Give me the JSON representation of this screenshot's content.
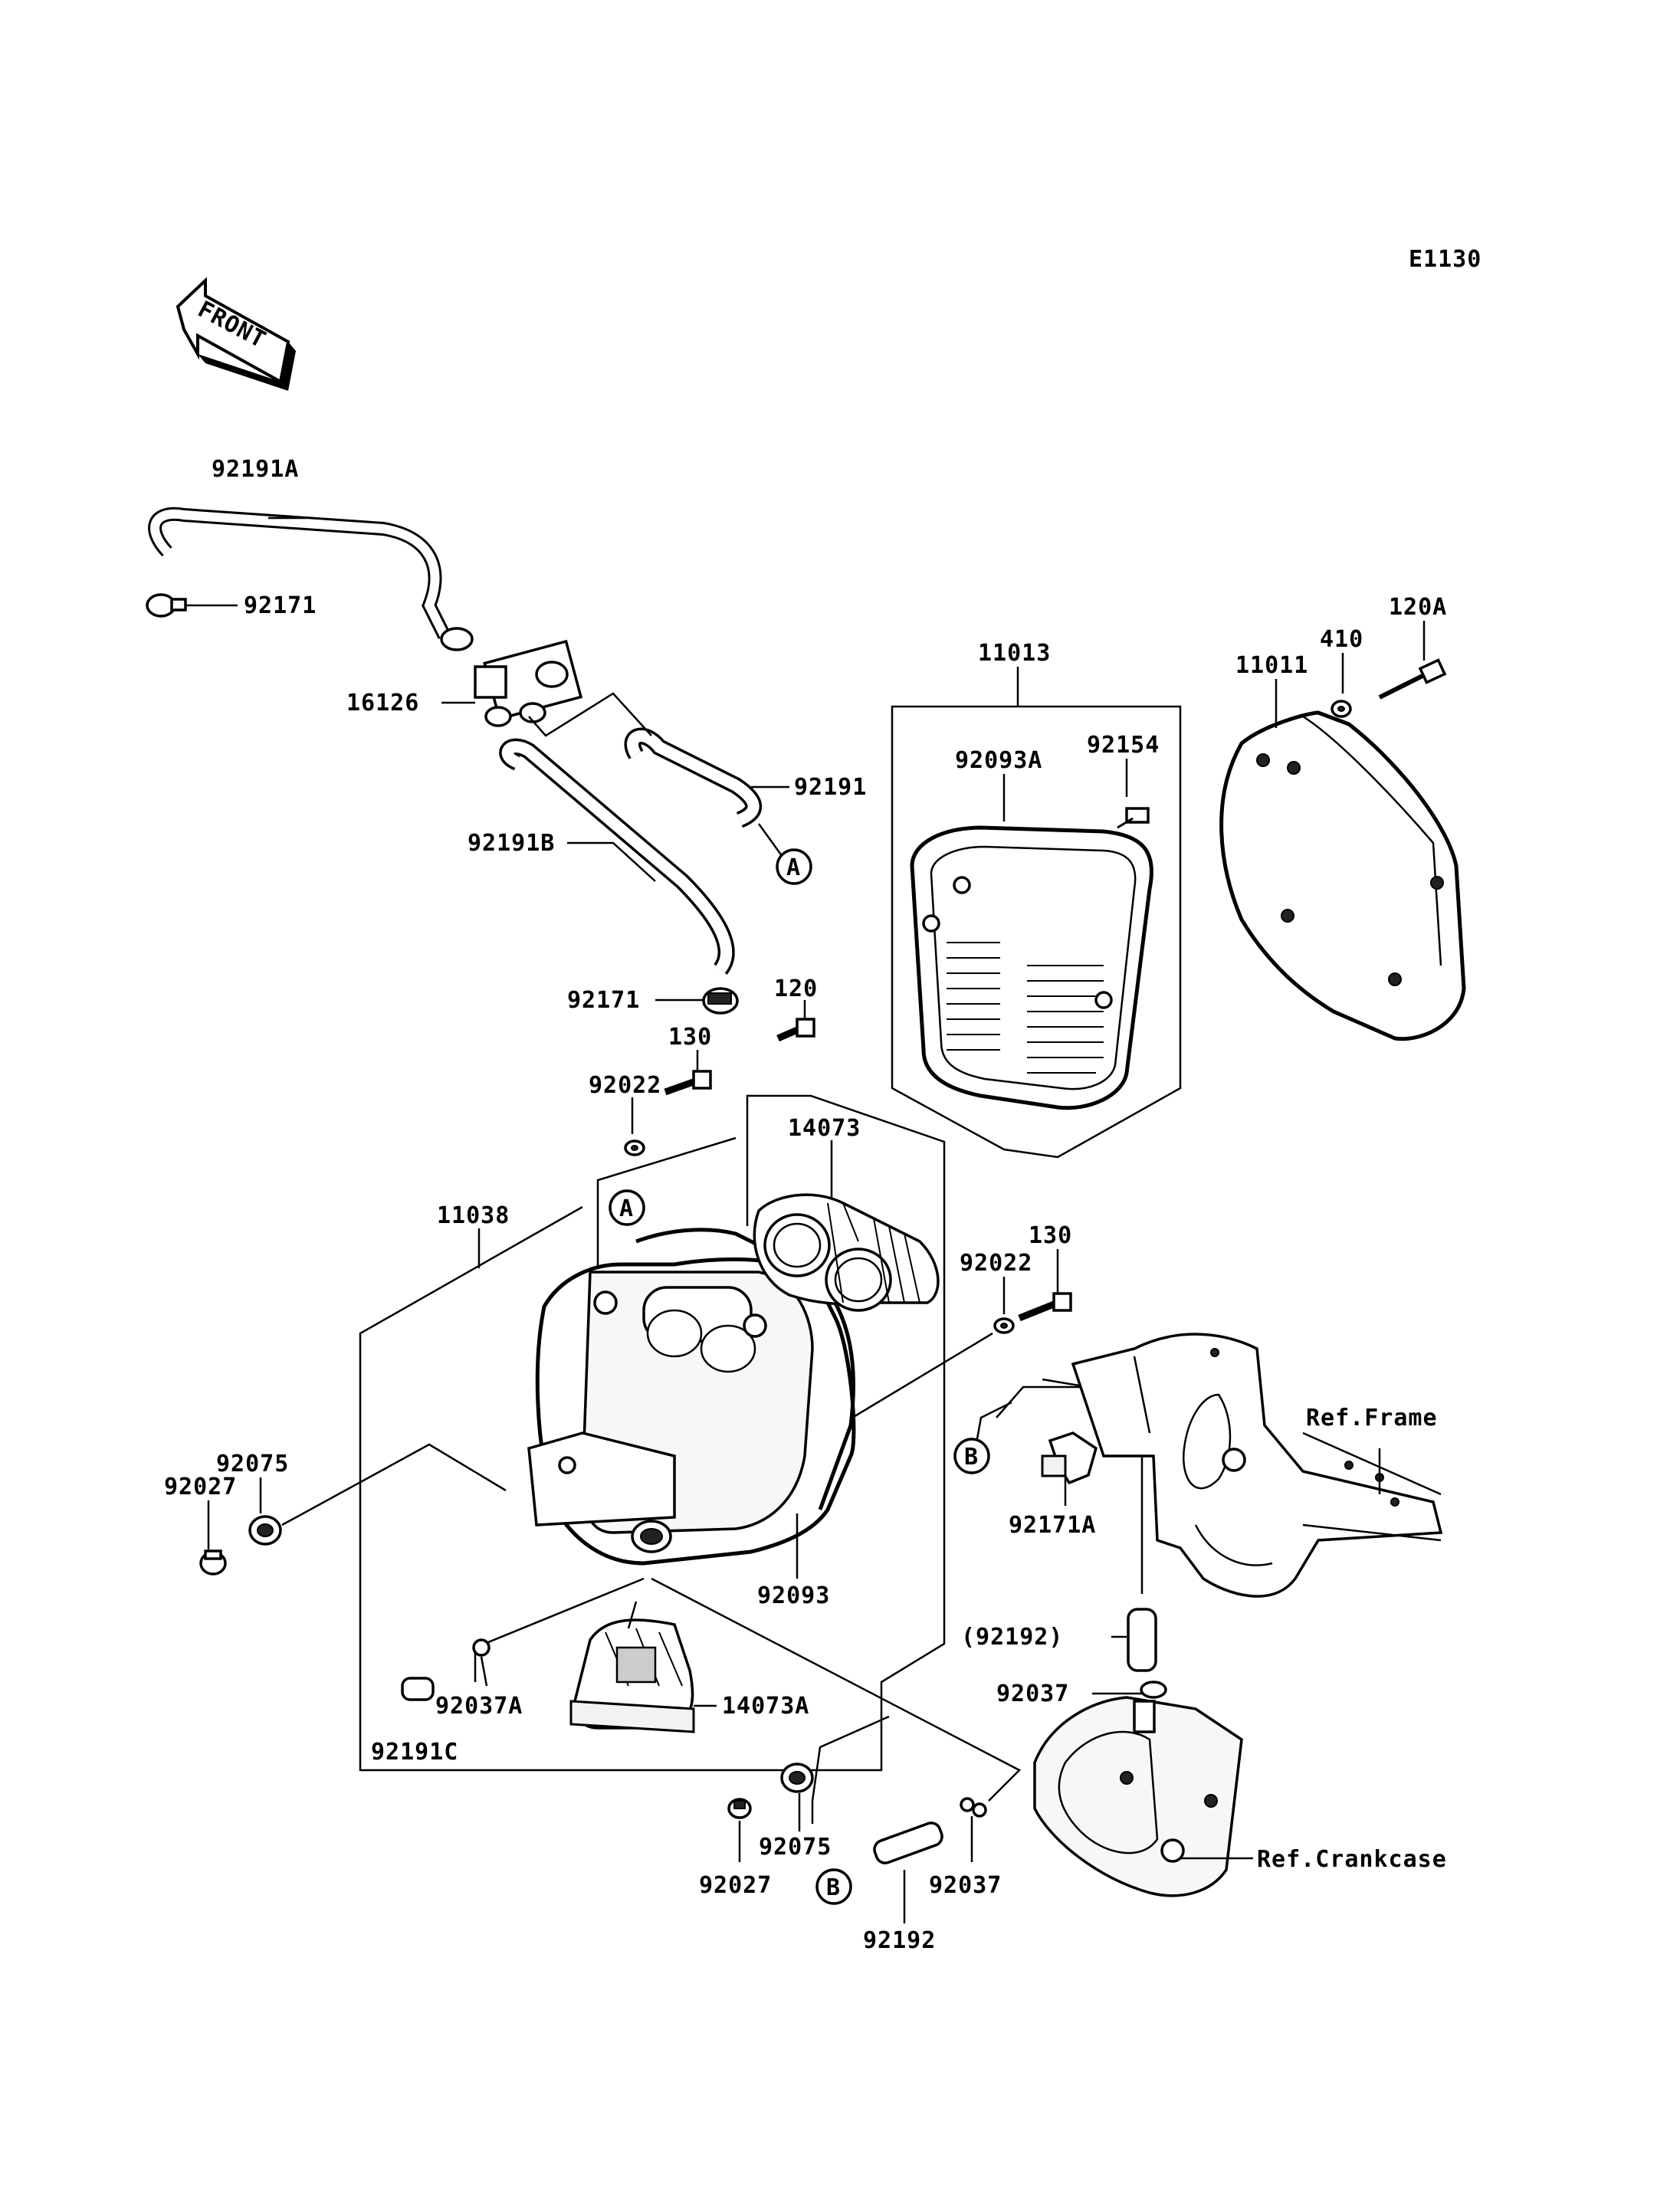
{
  "diagram_code": "E1130",
  "front_label": "FRONT",
  "callouts": {
    "a_top": "A",
    "a_mid": "A",
    "b_left": "B",
    "b_right": "B"
  },
  "parts": {
    "p92191A": "92191A",
    "p92171_top": "92171",
    "p16126": "16126",
    "p92191": "92191",
    "p92191B": "92191B",
    "p92171_mid": "92171",
    "p120": "120",
    "p130_top": "130",
    "p92022_top": "92022",
    "p14073": "14073",
    "p11013": "11013",
    "p92093A": "92093A",
    "p92154": "92154",
    "p11011": "11011",
    "p410": "410",
    "p120A": "120A",
    "p11038": "11038",
    "p92022_mid": "92022",
    "p130_mid": "130",
    "p92075_left": "92075",
    "p92027_left": "92027",
    "p92093": "92093",
    "p92171A": "92171A",
    "p92192_paren": "(92192)",
    "p92037_right": "92037",
    "p92037A": "92037A",
    "p14073A": "14073A",
    "p92191C": "92191C",
    "p92027_bottom": "92027",
    "p92075_bottom": "92075",
    "p92192_bottom": "92192",
    "p92037_bottom": "92037"
  },
  "references": {
    "frame": "Ref.Frame",
    "crankcase": "Ref.Crankcase"
  }
}
